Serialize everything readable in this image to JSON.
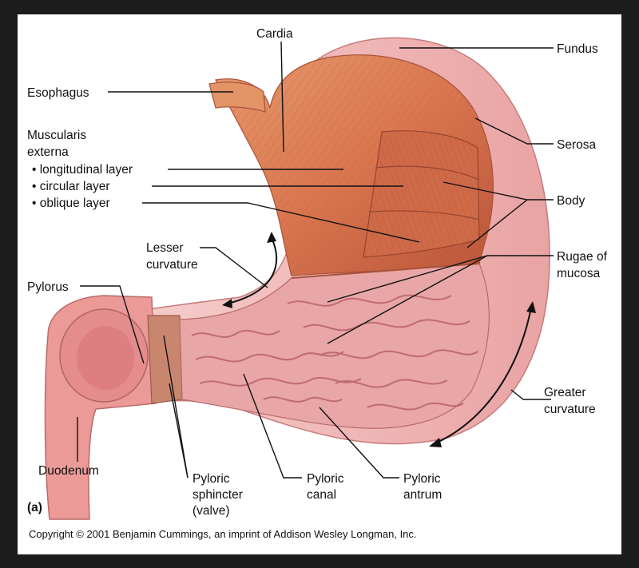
{
  "labels": {
    "cardia": "Cardia",
    "fundus": "Fundus",
    "esophagus": "Esophagus",
    "muscularis_title_1": "Muscularis",
    "muscularis_title_2": "externa",
    "longitudinal": "• longitudinal layer",
    "circular": "• circular layer",
    "oblique": "• oblique layer",
    "serosa": "Serosa",
    "body": "Body",
    "lesser_1": "Lesser",
    "lesser_2": "curvature",
    "rugae_1": "Rugae of",
    "rugae_2": "mucosa",
    "pylorus": "Pylorus",
    "greater_1": "Greater",
    "greater_2": "curvature",
    "duodenum": "Duodenum",
    "sphincter_1": "Pyloric",
    "sphincter_2": "sphincter",
    "sphincter_3": "(valve)",
    "canal_1": "Pyloric",
    "canal_2": "canal",
    "antrum_1": "Pyloric",
    "antrum_2": "antrum",
    "panel": "(a)"
  },
  "copyright": "Copyright © 2001 Benjamin Cummings, an imprint of Addison Wesley Longman, Inc.",
  "colors": {
    "muscle": "#d9764f",
    "muscle_dark": "#b9553a",
    "serosa": "#f1b7b5",
    "mucosa": "#e8a6a6",
    "mucosa_fold": "#b9606a",
    "duodenum": "#ec9a98"
  }
}
